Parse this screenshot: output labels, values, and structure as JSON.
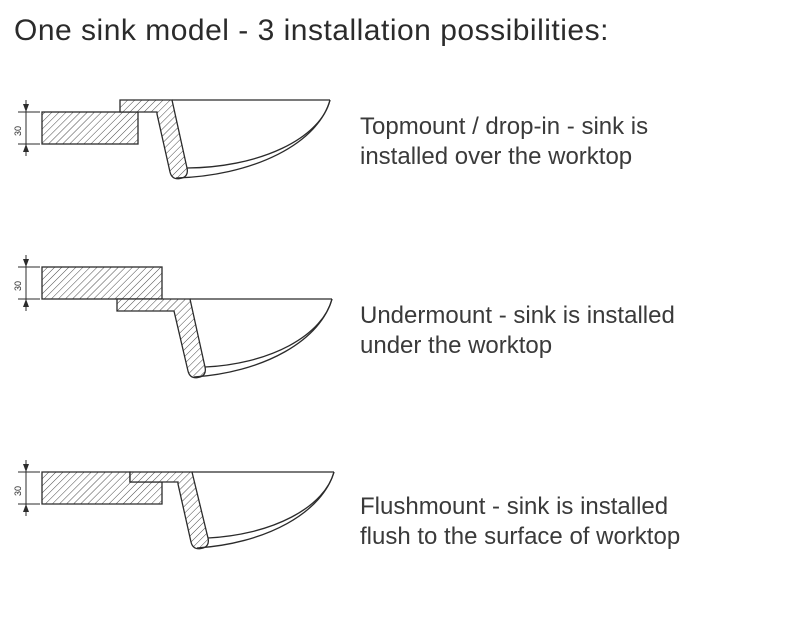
{
  "title": "One sink model - 3 installation possibilities:",
  "rows": [
    {
      "name": "topmount",
      "dimension": "30",
      "label": "Topmount / drop-in - sink is installed over the worktop"
    },
    {
      "name": "undermount",
      "dimension": "30",
      "label": "Undermount - sink is installed under the worktop"
    },
    {
      "name": "flushmount",
      "dimension": "30",
      "label": "Flushmount - sink is installed flush to the surface of worktop"
    }
  ],
  "colors": {
    "line": "#2b2b2b",
    "text": "#3a3a3a",
    "background": "#ffffff"
  }
}
